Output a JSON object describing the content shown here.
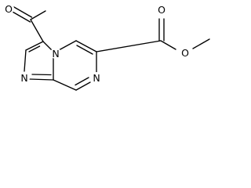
{
  "molecule": {
    "atoms": {
      "aldehyde_oxygen": "O",
      "bridgehead_nitrogen": "N",
      "imidazole_nitrogen": "N",
      "pyrazine_nitrogen": "N",
      "carbonyl_oxygen": "O",
      "ester_oxygen": "O"
    }
  }
}
